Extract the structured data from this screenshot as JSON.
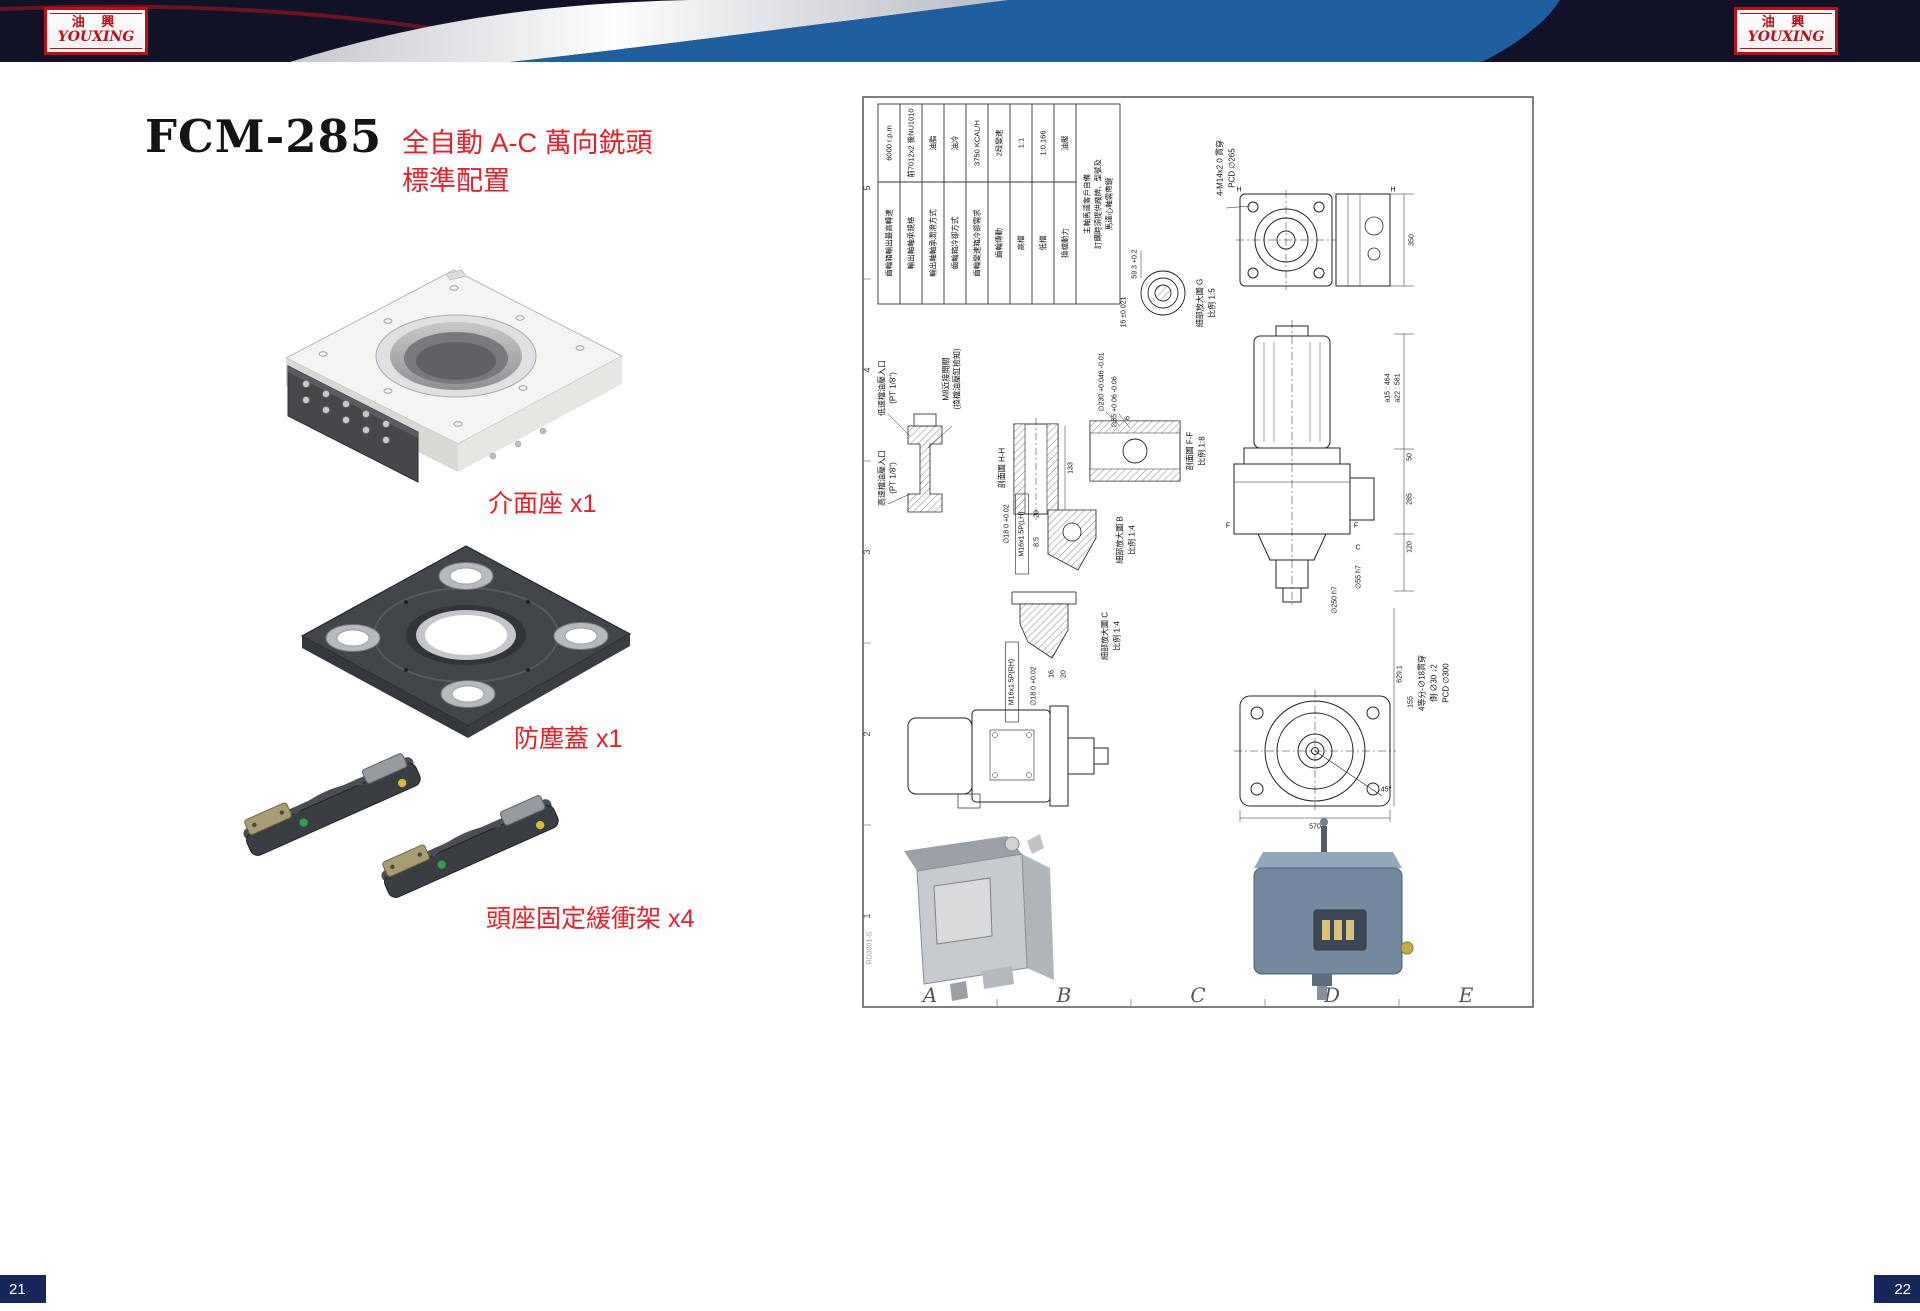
{
  "brand": {
    "name_cn": "油 興",
    "name_en": "YOUXING"
  },
  "page": {
    "left_number": "21",
    "right_number": "22"
  },
  "left": {
    "model": "FCM-285",
    "subtitle_line1": "全自動 A-C 萬向銑頭",
    "subtitle_line2": "標準配置",
    "items": [
      {
        "label": "介面座 x1"
      },
      {
        "label": "防塵蓋 x1"
      },
      {
        "label": "頭座固定緩衝架 x4"
      }
    ]
  },
  "dwg": {
    "code": "RD3001-S",
    "grid_rows": [
      "5",
      "4",
      "3",
      "2",
      "1"
    ],
    "grid_cols": [
      "A",
      "B",
      "C",
      "D",
      "E"
    ],
    "table": {
      "cols": [
        {
          "label": "齒輪箱輸出最高轉速",
          "value": "6000 r.p.m"
        },
        {
          "label": "輸出軸軸承規格",
          "value": "前7012x2 後NU1010"
        },
        {
          "label": "輸出軸軸承潤滑方式",
          "value": "油脂"
        },
        {
          "label": "齒輪箱冷卻方式",
          "value": "油冷"
        },
        {
          "label": "齒輪變速箱冷卻需求",
          "value": "3750 KCAL/H"
        },
        {
          "label": "齒輪傳動",
          "value": "2段變速"
        },
        {
          "label": "高檔",
          "value": "1:1"
        },
        {
          "label": "低檔",
          "value": "1:0.166"
        },
        {
          "label": "換檔動力",
          "value": "油壓"
        }
      ],
      "note_line1": "主軸馬達客戶自備",
      "note_line2": "訂購時須提供廠牌、型號及",
      "note_line3": "馬達心軸需帶鍵"
    },
    "ann": {
      "bolt_top": "4-M14x2.0 貫穿",
      "pcd265": "PCD ∅265",
      "d350": "350",
      "h_label": "H",
      "detail_g": "細部放大圖 G",
      "detail_g_scale": "比例 1:5",
      "d593": "59.3 +0.2",
      "d16t": "16 ±0.021",
      "low_oil": "低速檔油壓入口",
      "low_oil_pt": "(PT 1/8\")",
      "m8_switch": "M8近接開關",
      "m8_note": "(換檔油壓缸檢知)",
      "high_oil": "高速檔油壓入口",
      "high_oil_pt": "(PT 1/8\")",
      "sec_hh": "剖面圖 H-H",
      "d133": "133",
      "d230": "∅230 +0.046 -0.01",
      "d55": "∅55 +0.06 -0.06",
      "d6": "6",
      "sec_ff": "剖面圖 F-F",
      "sec_ff_scale": "比例 1:8",
      "m16lh": "M16x1.5P(LH)",
      "d18a": "∅18 0 +0.02",
      "d20a": "20",
      "d85": "8.5",
      "detail_b": "細部放大圖 B",
      "detail_b_scale": "比例 1:4",
      "a15": "a15 : 464",
      "a22": "a22 : 581",
      "d50": "50",
      "d285": "285",
      "d120": "120",
      "c_label": "C",
      "f_label": "F",
      "d55h7": "∅55 h7",
      "d250h7": "∅250 h7",
      "detail_c": "細部放大圖 C",
      "detail_c_scale": "比例 1:4",
      "m16rh": "M16x1.5P(RH)",
      "d18b": "∅18 0 +0.02",
      "d16b": "16",
      "d20b": "20",
      "d6291": "629.1",
      "d155": "155",
      "four_holes": "4等分-∅18貫穿",
      "side_hole": "側 ∅30 ↓2",
      "pcd300": "PCD ∅300",
      "deg45": "45°",
      "d570": "570"
    }
  }
}
